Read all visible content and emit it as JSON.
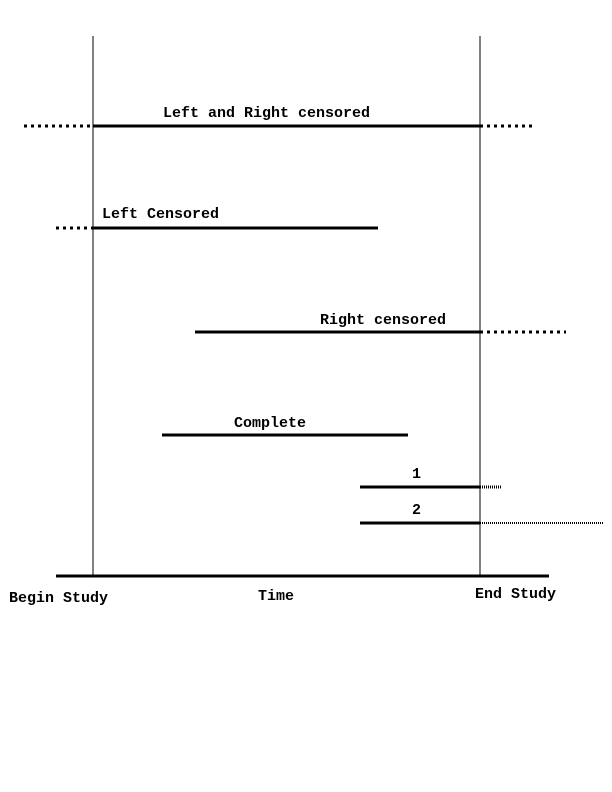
{
  "axis": {
    "begin_label": "Begin Study",
    "time_label": "Time",
    "end_label": "End Study"
  },
  "intervals": [
    {
      "name": "left-and-right-censored",
      "label": "Left and Right censored"
    },
    {
      "name": "left-censored",
      "label": "Left Censored"
    },
    {
      "name": "right-censored",
      "label": "Right censored"
    },
    {
      "name": "complete",
      "label": "Complete"
    },
    {
      "name": "case-1",
      "label": "1"
    },
    {
      "name": "case-2",
      "label": "2"
    }
  ],
  "colors": {
    "line": "#000000",
    "background": "#ffffff"
  }
}
